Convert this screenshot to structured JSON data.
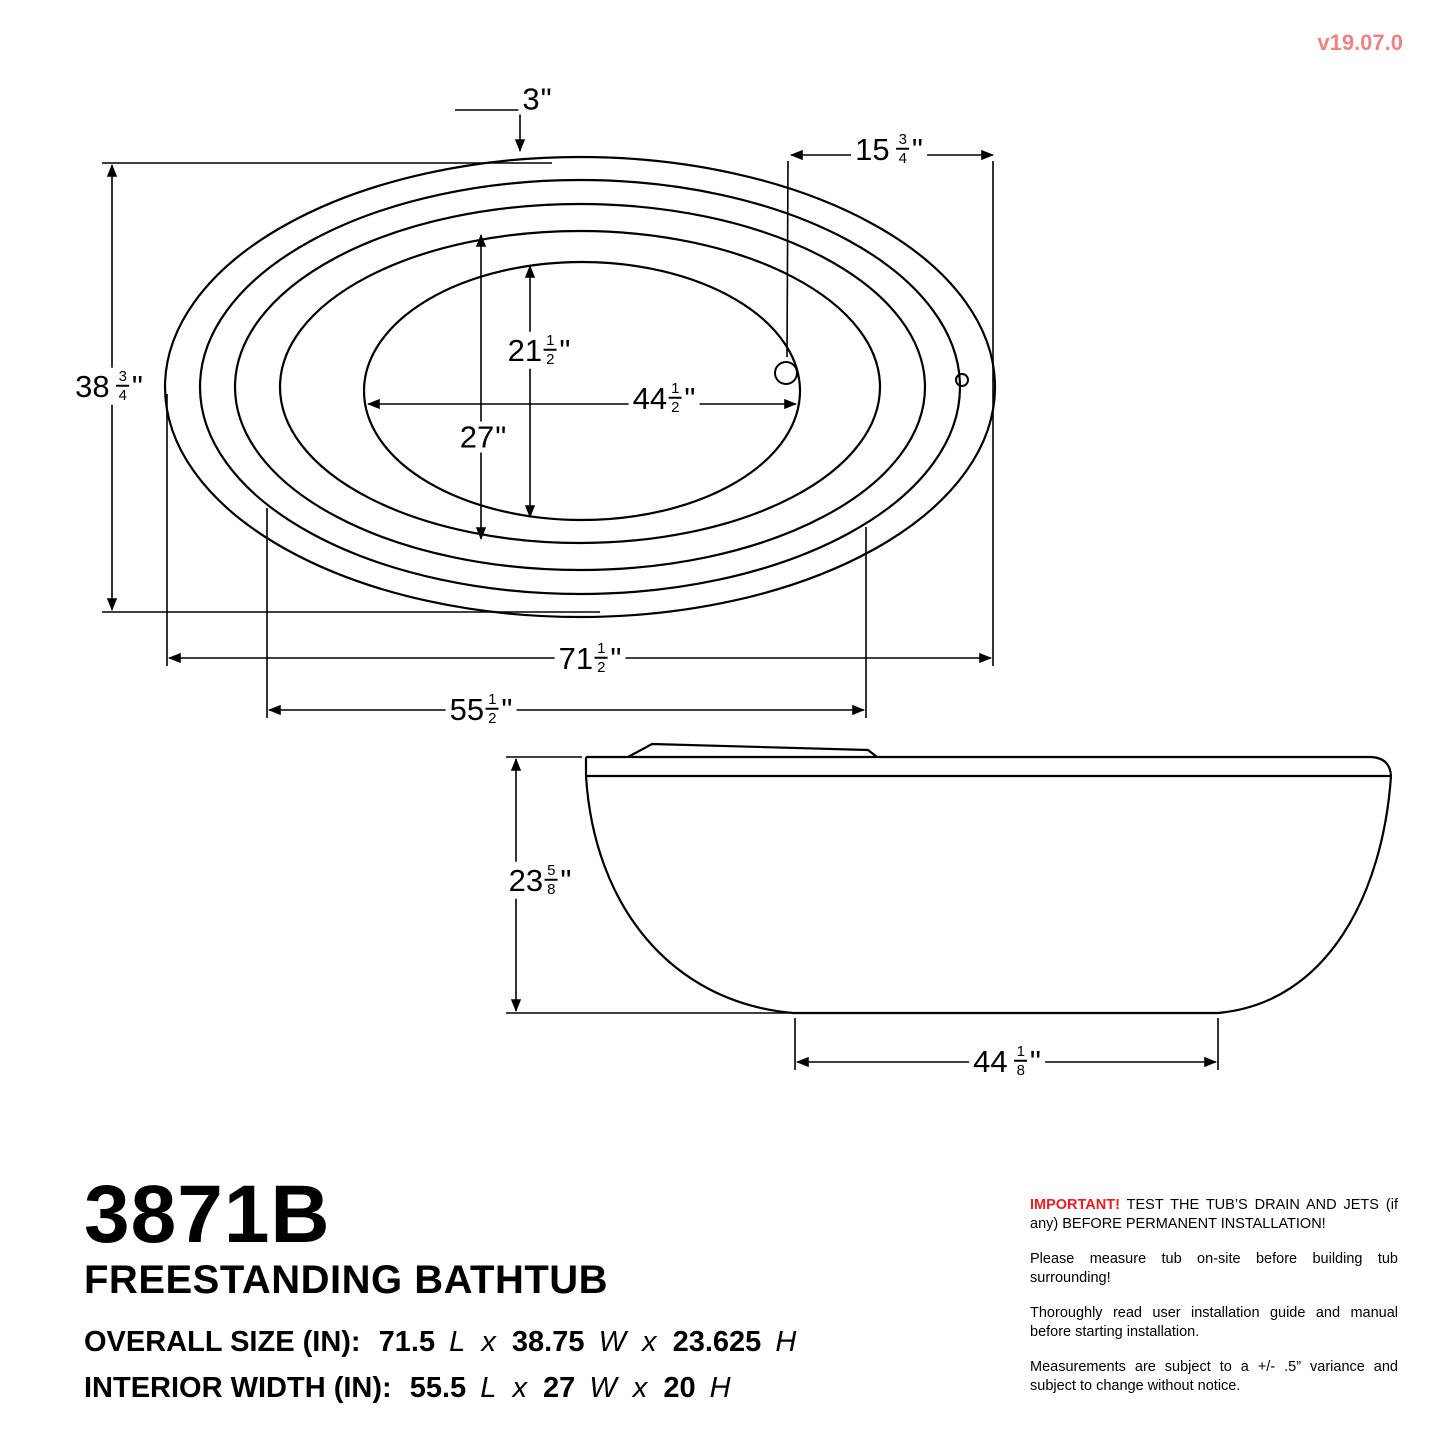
{
  "version": "v19.07.0",
  "dims": {
    "rim_width": {
      "whole": "3",
      "unit": "\""
    },
    "faucet_offset": {
      "whole": "15",
      "num": "3",
      "den": "4",
      "unit": "\""
    },
    "overall_width": {
      "whole": "38",
      "num": "3",
      "den": "4",
      "unit": "\""
    },
    "interior_width_head": {
      "whole": "21",
      "num": "1",
      "den": "2",
      "unit": "\""
    },
    "interior_length": {
      "whole": "44",
      "num": "1",
      "den": "2",
      "unit": "\""
    },
    "interior_width_max": {
      "whole": "27",
      "unit": "\""
    },
    "overall_length": {
      "whole": "71",
      "num": "1",
      "den": "2",
      "unit": "\""
    },
    "rim_length": {
      "whole": "55",
      "num": "1",
      "den": "2",
      "unit": "\""
    },
    "overall_height": {
      "whole": "23",
      "num": "5",
      "den": "8",
      "unit": "\""
    },
    "base_length": {
      "whole": "44",
      "num": "1",
      "den": "8",
      "unit": "\""
    }
  },
  "product": {
    "model": "3871B",
    "type": "FREESTANDING BATHTUB"
  },
  "specs": {
    "unit_l": "L",
    "unit_w": "W",
    "unit_h": "H",
    "sep": "x",
    "overall": {
      "label": "OVERALL SIZE (IN):",
      "length": "71.5",
      "width": "38.75",
      "height": "23.625"
    },
    "interior": {
      "label": "INTERIOR WIDTH (IN):",
      "length": "55.5",
      "width": "27",
      "height": "20"
    }
  },
  "notes": {
    "important_label": "IMPORTANT!",
    "important_text": " TEST THE TUB’S DRAIN AND JETS (if any) BEFORE PERMANENT INSTALLATION!",
    "note1": "Please measure tub on-site before building tub surrounding!",
    "note2": "Thoroughly read user installation guide and manual before starting installation.",
    "note3": "Measurements are subject to a +/- .5” variance and subject to change without notice."
  }
}
